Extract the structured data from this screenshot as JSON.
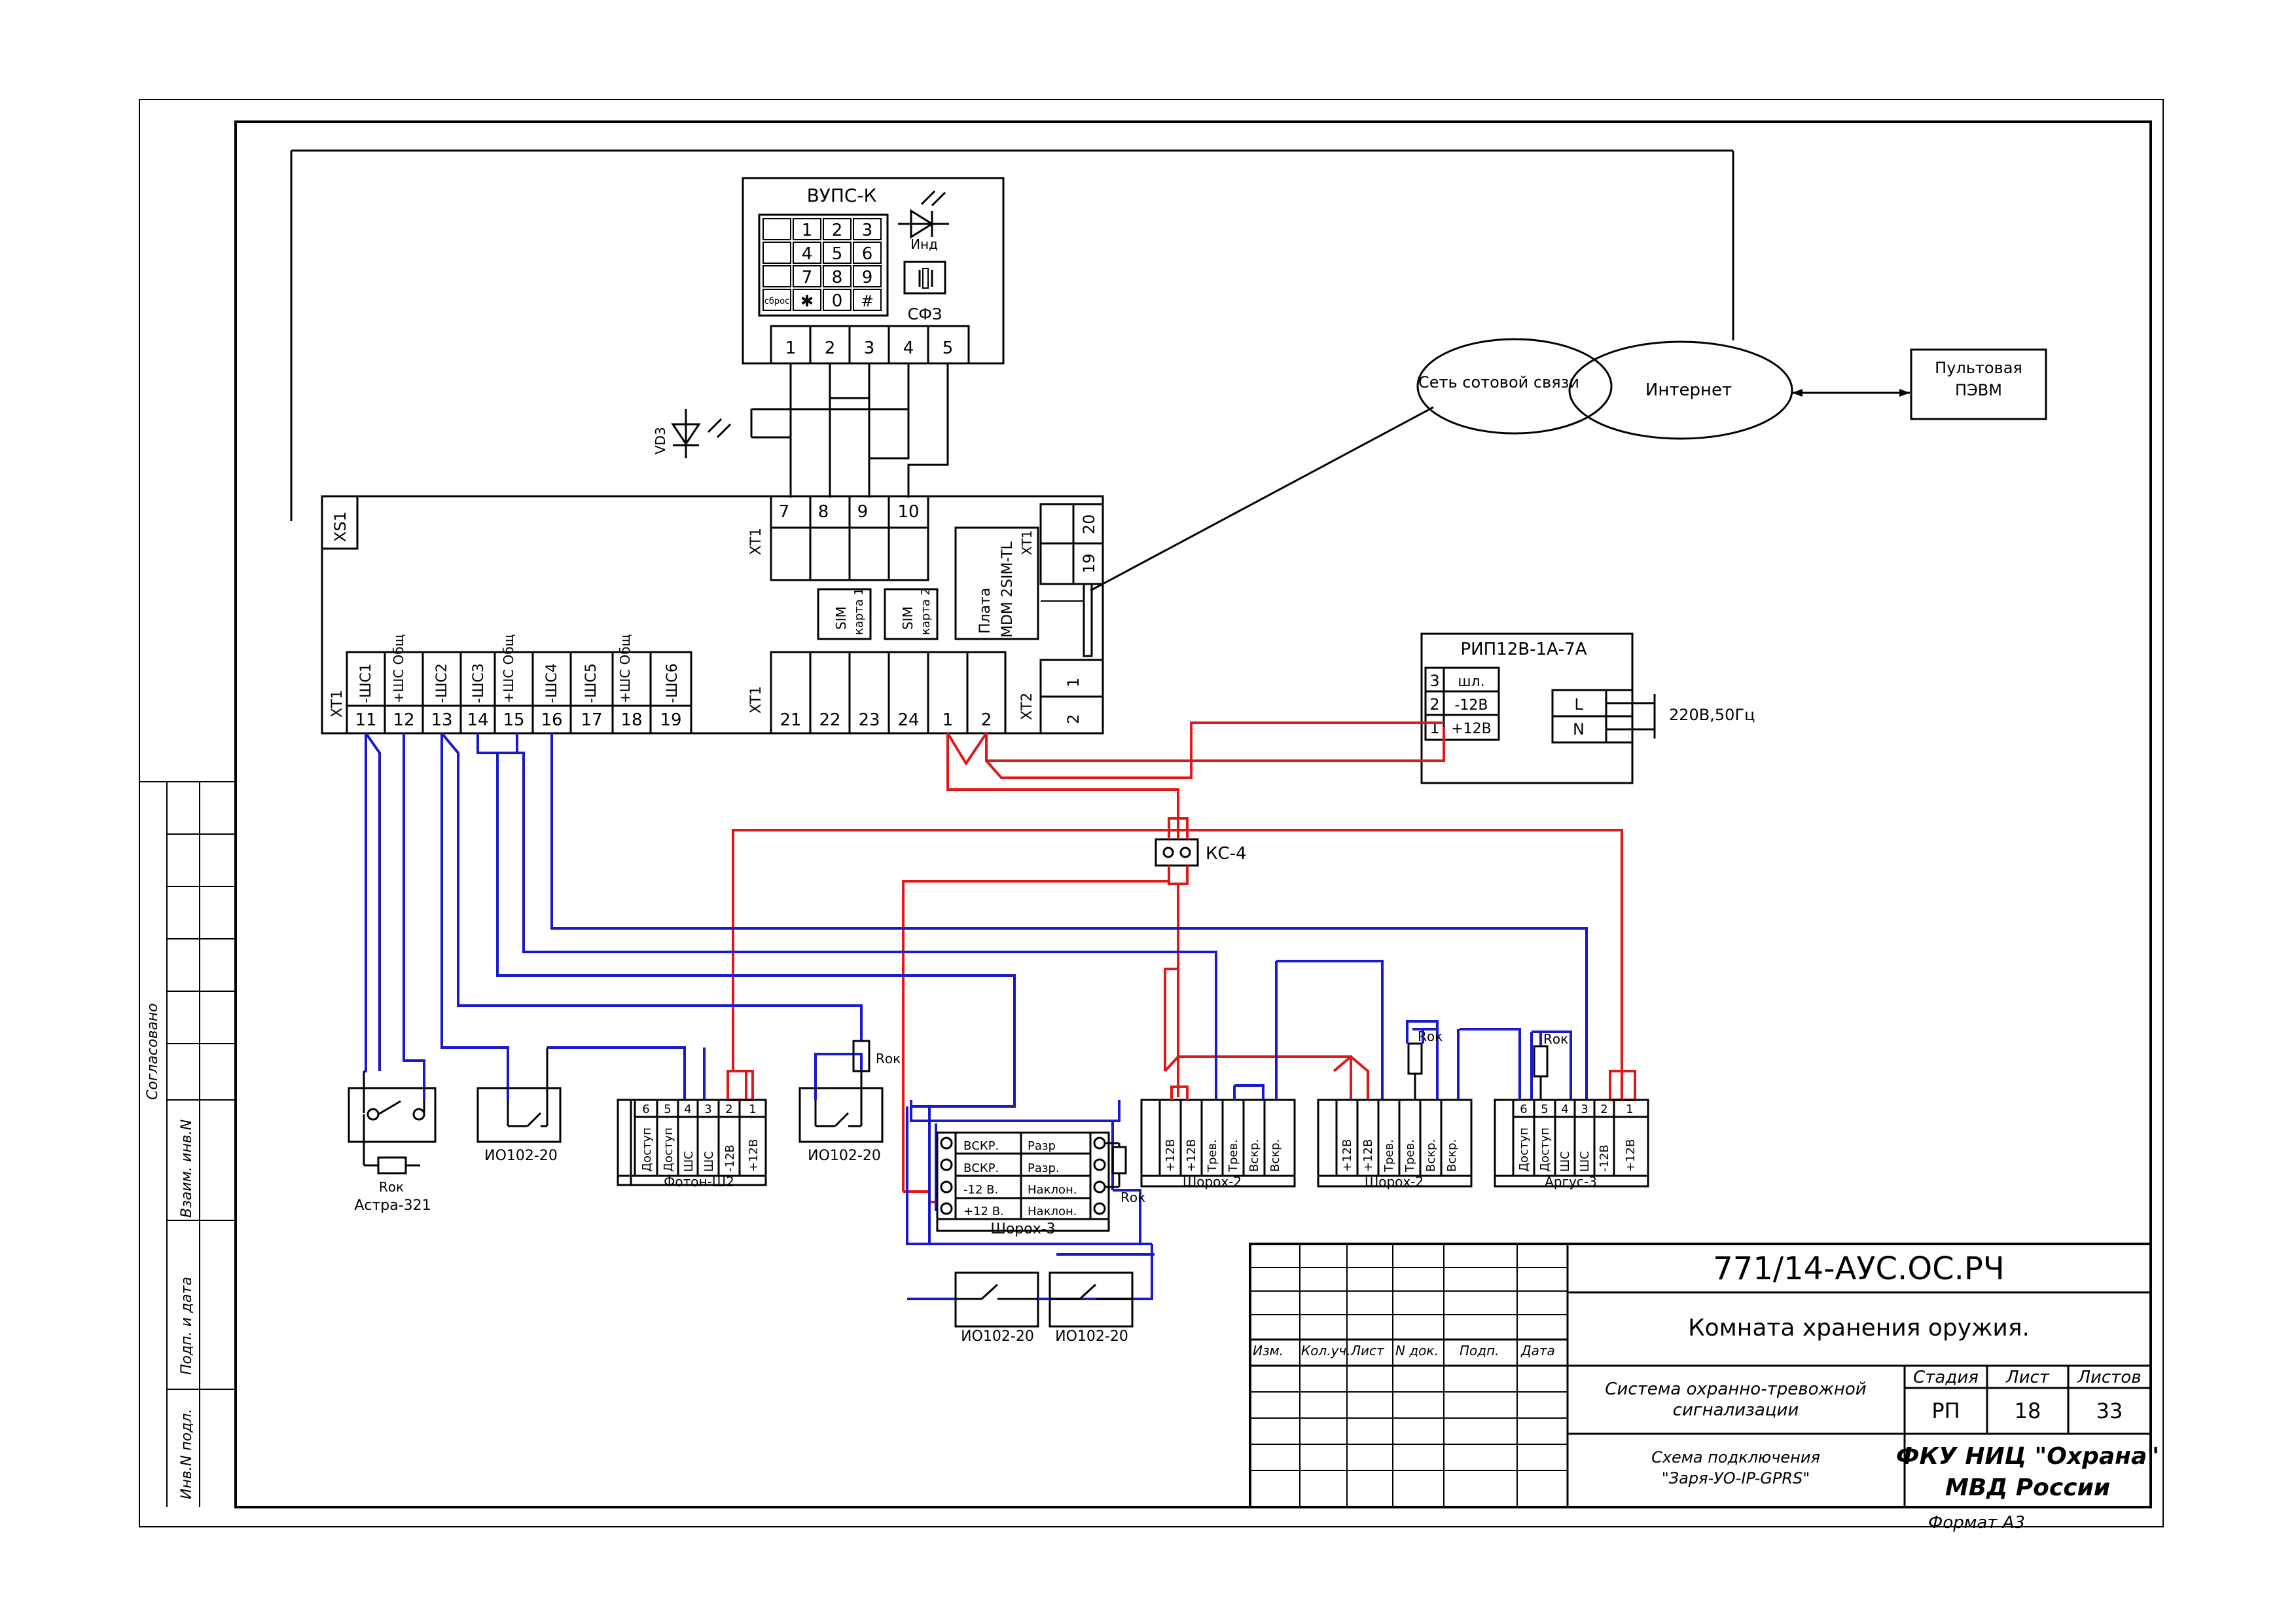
{
  "title_block": {
    "doc_code": "771/14-АУС.ОС.РЧ",
    "room": "Комната хранения оружия.",
    "system_line1": "Система охранно-тревожной",
    "system_line2": "сигнализации",
    "scheme_line1": "Схема подключения",
    "scheme_line2": "\"Заря-УО-IP-GPRS\"",
    "col_izm": "Изм.",
    "col_kol": "Кол.уч.",
    "col_list": "Лист",
    "col_ndok": "N  док.",
    "col_podp": "Подп.",
    "col_data": "Дата",
    "stage_label": "Стадия",
    "sheet_label": "Лист",
    "sheets_label": "Листов",
    "stage": "РП",
    "sheet": "18",
    "sheets": "33",
    "org_line1": "ФКУ  НИЦ  \"Охрана\"",
    "org_line2": "МВД  России",
    "format": "Формат  А3"
  },
  "side_stamps": {
    "agreed": "Согласовано",
    "vzam": "Взаим. инв.N",
    "podp": "Подп. и дата",
    "inv": "Инв.N подл."
  },
  "vups": {
    "title": "ВУПС-К",
    "keys": [
      "1",
      "2",
      "3",
      "4",
      "5",
      "6",
      "7",
      "8",
      "9",
      "сброс",
      "✱",
      "0",
      "#"
    ],
    "ind": "Инд",
    "sfz": "СФЗ",
    "pins": [
      "1",
      "2",
      "3",
      "4",
      "5"
    ]
  },
  "vd3": "VD3",
  "network": {
    "cellular": "Сеть сотовой связи",
    "internet": "Интернет",
    "pc_line1": "Пультовая",
    "pc_line2": "ПЭВМ"
  },
  "controller": {
    "xs1": "XS1",
    "xt1": "XT1",
    "xt2": "XT2",
    "top_pins": [
      "7",
      "8",
      "9",
      "10"
    ],
    "sim1_line1": "SIM",
    "sim1_line2": "карта 1",
    "sim2_line1": "SIM",
    "sim2_line2": "карта 2",
    "modem_line1": "Плата",
    "modem_line2": "MDM  2SIM-TL",
    "right_pins": [
      "20",
      "19"
    ],
    "loop_labels": [
      "-ШС1",
      "+ШС Общ",
      "-ШС2",
      "-ШС3",
      "+ШС Общ",
      "-ШС4",
      "-ШС5",
      "+ШС Общ",
      "-ШС6"
    ],
    "loop_pins": [
      "11",
      "12",
      "13",
      "14",
      "15",
      "16",
      "17",
      "18",
      "19"
    ],
    "power_pins": [
      "21",
      "22",
      "23",
      "24",
      "1",
      "2"
    ],
    "xt2_pins": [
      "1",
      "2"
    ]
  },
  "psu": {
    "title": "РИП12В-1А-7А",
    "rows": [
      {
        "num": "3",
        "label": "шл."
      },
      {
        "num": "2",
        "label": "-12В"
      },
      {
        "num": "1",
        "label": "+12В"
      }
    ],
    "mains_l": "L",
    "mains_n": "N",
    "mains_label": "220В,50Гц"
  },
  "junction": "КС-4",
  "devices": {
    "astra": "Астра-321",
    "rok": "Rок",
    "io1": "ИО102-20",
    "foton": {
      "title": "Фотон-Ш2",
      "cols": [
        "Доступ",
        "Доступ",
        "ШС",
        "ШС",
        "-12В",
        "+12В"
      ],
      "nums": [
        "6",
        "5",
        "4",
        "3",
        "2",
        "1"
      ]
    },
    "io2": "ИО102-20",
    "shorokh3": {
      "title": "Шорох-3",
      "rows": [
        {
          "left": "ВСКР.",
          "right": "Разр"
        },
        {
          "left": "ВСКР.",
          "right": "Разр."
        },
        {
          "left": "-12 В.",
          "right": "Наклон."
        },
        {
          "left": "+12 В.",
          "right": "Наклон."
        }
      ]
    },
    "io3": "ИО102-20",
    "io4": "ИО102-20",
    "shorokh2a": {
      "title": "Шорох-2",
      "cols": [
        "+12В",
        "+12В",
        "Трев.",
        "Трев.",
        "Вскр.",
        "Вскр."
      ]
    },
    "shorokh2b": {
      "title": "Шорох-2",
      "cols": [
        "+12В",
        "+12В",
        "Трев.",
        "Трев.",
        "Вскр.",
        "Вскр."
      ]
    },
    "argus": {
      "title": "Аргус-3",
      "cols": [
        "Доступ",
        "Доступ",
        "ШС",
        "ШС",
        "-12В",
        "+12В"
      ],
      "nums": [
        "6",
        "5",
        "4",
        "3",
        "2",
        "1"
      ]
    }
  }
}
